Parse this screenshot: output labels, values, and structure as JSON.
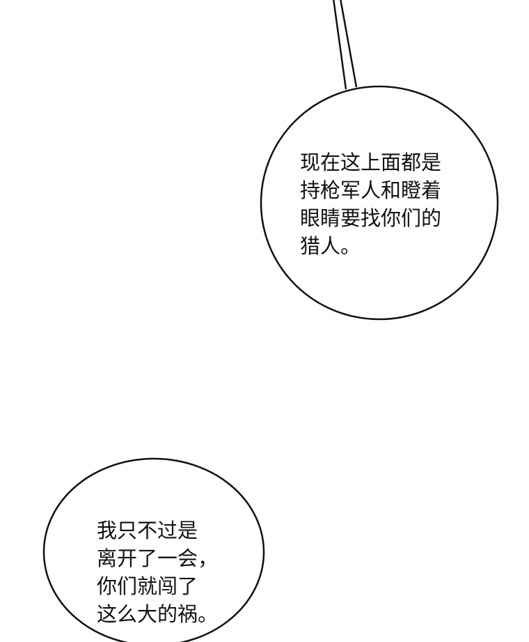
{
  "bubbles": [
    {
      "lines": [
        "现在这上面都是",
        "持枪军人和瞪着",
        "眼睛要找你们的",
        "猎人。"
      ]
    },
    {
      "lines": [
        "我只不过是",
        "离开了一会，",
        "你们就闯了",
        "这么大的祸。"
      ]
    }
  ],
  "colors": {
    "ink": "#111111",
    "paper": "#ffffff"
  }
}
